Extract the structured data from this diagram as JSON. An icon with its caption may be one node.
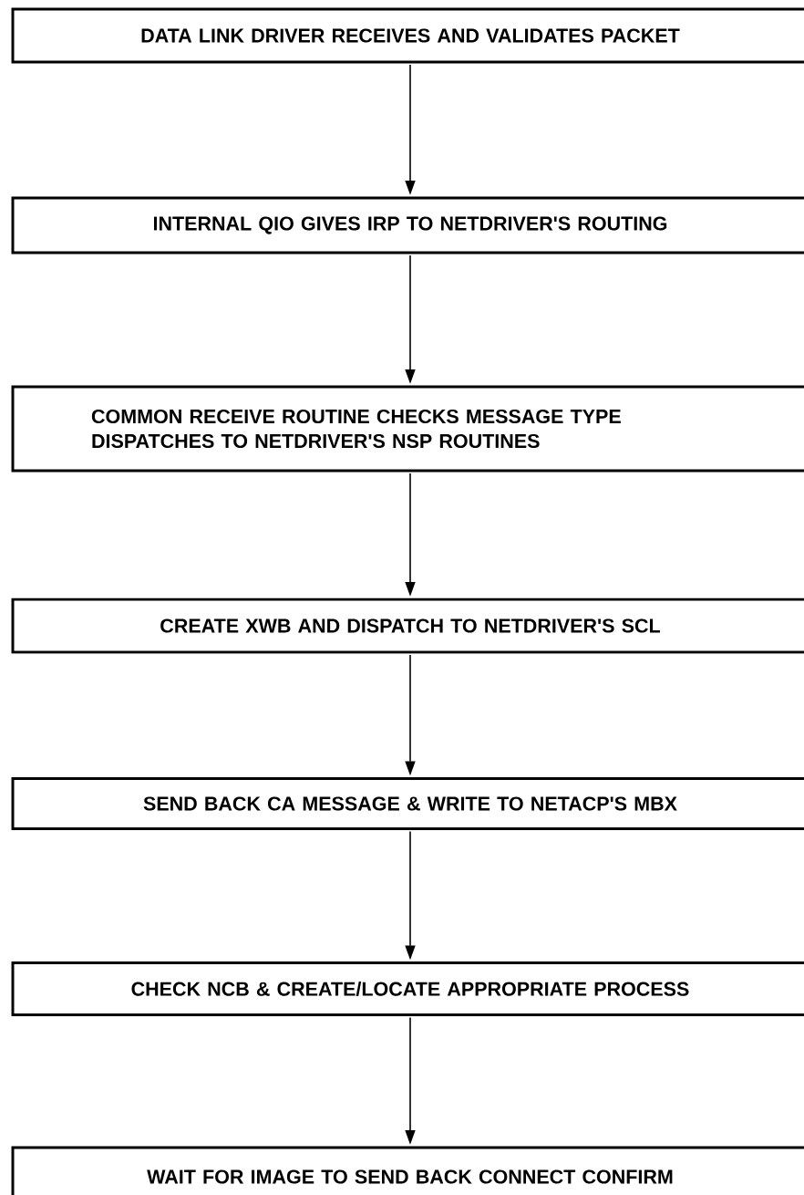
{
  "diagram": {
    "nodes": [
      {
        "text": [
          "DATA LINK DRIVER RECEIVES AND VALIDATES PACKET"
        ]
      },
      {
        "text": [
          "INTERNAL QIO GIVES IRP TO NETDRIVER'S ROUTING"
        ]
      },
      {
        "text": [
          "COMMON RECEIVE ROUTINE CHECKS MESSAGE TYPE DISPATCHES TO NETDRIVER'S NSP ROUTINES"
        ]
      },
      {
        "text": [
          "CREATE XWB AND DISPATCH TO NETDRIVER'S SCL"
        ]
      },
      {
        "text": [
          "SEND BACK CA MESSAGE & WRITE TO NETACP'S MBX"
        ]
      },
      {
        "text": [
          "CHECK NCB & CREATE/LOCATE APPROPRIATE PROCESS"
        ]
      },
      {
        "text": [
          "WAIT FOR IMAGE TO SEND BACK CONNECT CONFIRM"
        ]
      }
    ],
    "edges": [
      {
        "from": 0,
        "to": 1,
        "arrow": "to"
      },
      {
        "from": 1,
        "to": 2,
        "arrow": "to"
      },
      {
        "from": 2,
        "to": 3,
        "arrow": "to"
      },
      {
        "from": 3,
        "to": 4,
        "arrow": "to"
      },
      {
        "from": 4,
        "to": 5,
        "arrow": "to"
      },
      {
        "from": 5,
        "to": 6,
        "arrow": "to"
      }
    ]
  }
}
